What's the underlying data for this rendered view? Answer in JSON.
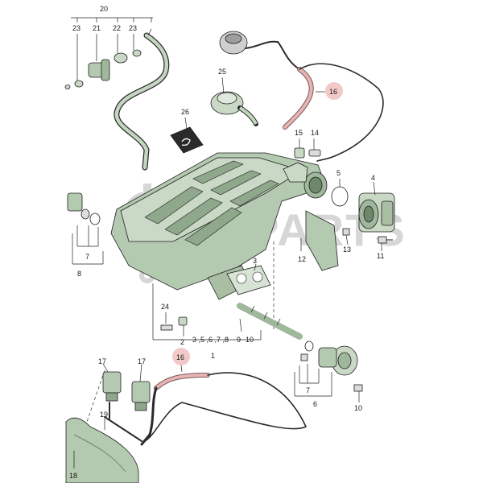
{
  "watermark_text": "RMPARTS",
  "highlight_color": "#f2c9c9",
  "part_color": "#b4cab0",
  "labels": {
    "l20": "20",
    "l23a": "23",
    "l21": "21",
    "l22": "22",
    "l23b": "23",
    "l25": "25",
    "l16top": "16",
    "l26": "26",
    "l15": "15",
    "l14": "14",
    "l5": "5",
    "l4": "4",
    "l13": "13",
    "l11": "11",
    "l12": "12",
    "l7left": "7",
    "l8": "8",
    "l3": "3",
    "l24": "24",
    "l2": "2",
    "l35678": "3 ,5 ,6 ,7 ,8",
    "l9": "9",
    "l10mid": "10",
    "l1": "1",
    "l17a": "17",
    "l17b": "17",
    "l16bot": "16",
    "l7right": "7",
    "l6": "6",
    "l10right": "10",
    "l18": "18",
    "l19": "19"
  }
}
